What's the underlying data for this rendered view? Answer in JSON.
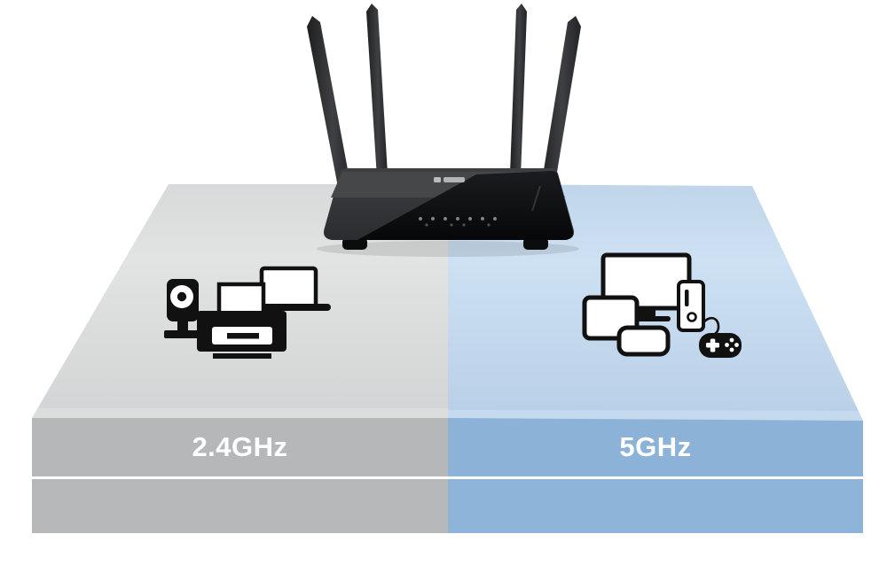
{
  "bands": [
    {
      "id": "2.4ghz",
      "label": "2.4GHz",
      "label_color": "#ffffff",
      "surface_color": "#dcdedf",
      "face_color": "#b5b7b9",
      "device_icons": [
        "ip-camera-icon",
        "printer-icon",
        "laptop-icon"
      ]
    },
    {
      "id": "5ghz",
      "label": "5GHz",
      "label_color": "#ffffff",
      "surface_color": "#c6daee",
      "face_color": "#8db2d8",
      "device_icons": [
        "monitor-icon",
        "game-console-icon",
        "tablet-icon",
        "smartphone-icon",
        "gamepad-icon"
      ]
    }
  ],
  "router": {
    "icon": "wireless-router-icon",
    "antenna_count": 4,
    "body_color": "#333538",
    "panel_color": "#0b0c0e"
  },
  "background_color": "#ffffff"
}
